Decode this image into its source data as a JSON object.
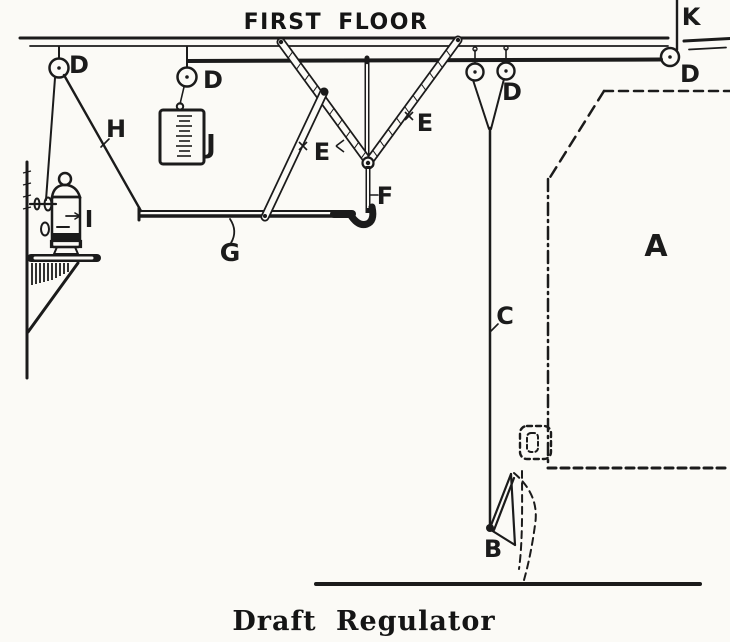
{
  "diagram": {
    "floor_label": "FIRST FLOOR",
    "caption": "Draft Regulator",
    "ink_color": "#1b1b1b",
    "background_color": "#fbfaf6",
    "labels": {
      "boiler": "A",
      "damper": "B",
      "chain": "C",
      "pulley_left": "D",
      "pulley_weight": "D",
      "pulley_pair": "D",
      "pulley_right": "D",
      "lever_left": "E",
      "lever_right": "E",
      "rod_f": "F",
      "bar_g": "G",
      "cord_h": "H",
      "regulator_i": "I",
      "weight_j": "J",
      "hand_cord_k": "K"
    }
  }
}
